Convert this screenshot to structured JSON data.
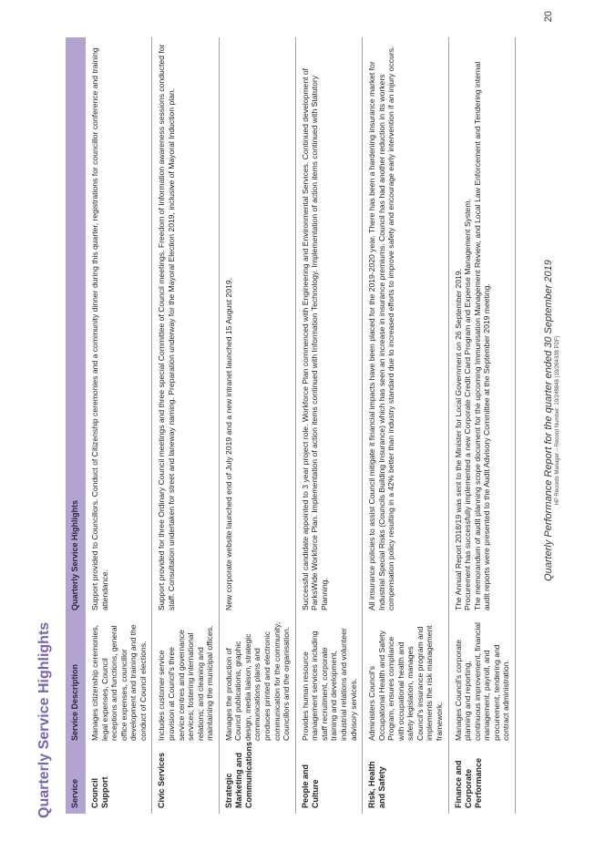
{
  "title": "Quarterly Service Highlights",
  "table": {
    "headers": [
      "Service",
      "Service Description",
      "Quarterly Service Highlights"
    ],
    "rows": [
      {
        "service": "Council Support",
        "description": "Manages citizenship ceremonies, legal expenses, Council receptions and functions, general office expenses, councillor development and training and the conduct of Council elections.",
        "highlights": [
          "Support provided to Councillors. Conduct of Citizenship ceremonies and a community dinner during this quarter, registrations for councillor conference and training attendance."
        ]
      },
      {
        "service": "Civic Services",
        "description": "Includes customer service provision at Council's three service centres and governance services; fostering international relations; and cleaning and maintaining the municipal offices.",
        "highlights": [
          "Support provided for three Ordinary Council meetings and three special Committee of Council meetings. Freedom of Information awareness sessions conducted for staff. Consultation undertaken for street and laneway naming. Preparation underway for the Mayoral Election 2019, inclusive of Mayoral Induction plan."
        ]
      },
      {
        "service": "Strategic Marketing and Communications",
        "description": "Manages the production of Council publications, graphic design, media liaison, strategic communications plans and produces printed and electronic communication for the community, Councillors and the organisation.",
        "highlights": [
          "New corporate website launched end of July 2019 and a new intranet launched 15 August 2019."
        ]
      },
      {
        "service": "People and Culture",
        "description": "Provides human resource management services including staff recruitment, corporate training and development, industrial relations and volunteer advisory services.",
        "highlights": [
          "Successful candidate appointed to 3 year project role. Workforce Plan commenced with Engineering and Environmental Services. Continued development of ParksWide Workforce Plan. Implementation of action items continued with Information Technology. Implementation of action items continued with Statutory Planning."
        ]
      },
      {
        "service": "Risk, Health and Safety",
        "description": "Administers Council's Occupational Health and Safety Program, ensures compliance with occupational health and safety legislation, manages Council's insurance program and implements the risk management framework.",
        "highlights": [
          "All insurance policies to assist Council mitigate it financial impacts have been placed for the 2019-2020 year. There has been a hardening insurance market for Industrial Special Risks (Councils Building Insurance) which has seen an increase in insurance premiums. Council has had another reduction in its workers compensation policy resulting in a 42% better than industry standard due to increased efforts to improve safety and encourage early intervention if an injury occurs."
        ]
      },
      {
        "service": "Finance and Corporate Performance",
        "description": "Manages Council's corporate planning and reporting, continuous improvement, financial management, payroll, and procurement, tendering and contract administration.",
        "highlights": [
          "The Annual Report 2018/19 was sent to the Minister for Local Government on 26 September 2019.",
          "Procurement has successfully implemented a new Corporate Credit Card Program and Expense Management System.",
          "The memorandum of audit planning scope document for the upcoming Immunisation Management Review, and Local Law Enforcement and Tendering internal audit reports were presented to the Audit Advisory Committee at the September 2019 meeting."
        ]
      }
    ]
  },
  "footer": {
    "report_title": "Quarterly Performance Report for the quarter ended 30 September 2019",
    "record_number": "HP Records Manager – Record Number: 19/248848 (19/264338 PDF)",
    "page_number": "20"
  }
}
